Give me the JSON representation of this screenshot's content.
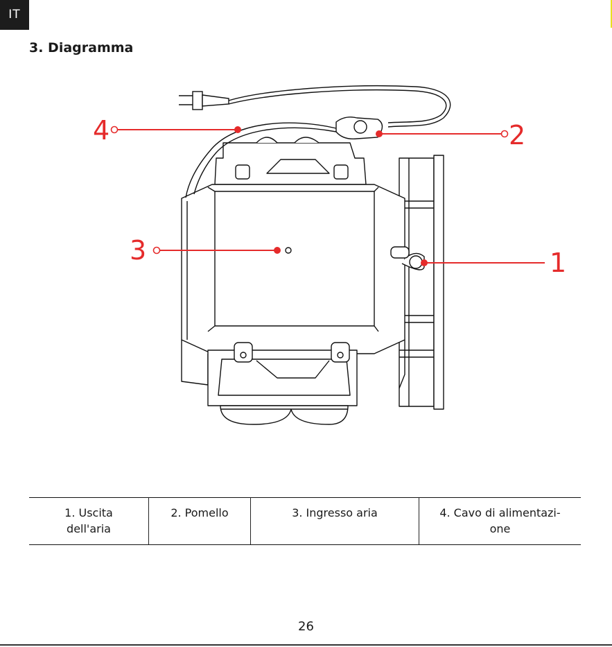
{
  "header": {
    "language_tab": "IT"
  },
  "section": {
    "title": "3. Diagramma"
  },
  "callouts": {
    "n1": "1",
    "n2": "2",
    "n3": "3",
    "n4": "4"
  },
  "parts_table": {
    "cells": [
      "1. Uscita\ndell'aria",
      "2. Pomello",
      "3. Ingresso aria",
      "4. Cavo di alimentazi-\none"
    ]
  },
  "footer": {
    "page_number": "26"
  },
  "colors": {
    "accent": "#e52b2b",
    "tab_bg": "#1c1c1c"
  },
  "icons": [
    "power-plug-icon",
    "air-pump-icon"
  ]
}
